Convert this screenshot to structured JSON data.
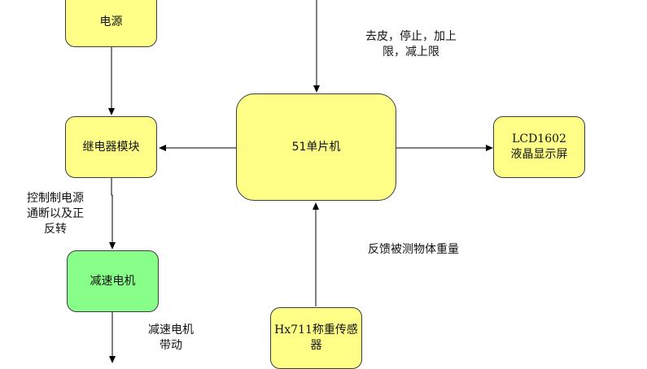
{
  "nodes": {
    "power": "电源",
    "relay": "继电器模块",
    "motor": "减速电机",
    "mcu": "51单片机",
    "lcd": "LCD1602\n液晶显示屏",
    "sensor": "Hx711称重传感\n器"
  },
  "edge_labels": {
    "buttons": "去皮，停止，加上\n限，减上限",
    "relay_to_motor": "控制制电源\n通断以及正\n反转",
    "sensor_to_mcu": "反馈被测物体重量",
    "motor_out": "减速电机\n带动"
  },
  "colors": {
    "node_fill": "#ffff88",
    "motor_fill": "#88ff88",
    "border": "#3d3d3d"
  }
}
